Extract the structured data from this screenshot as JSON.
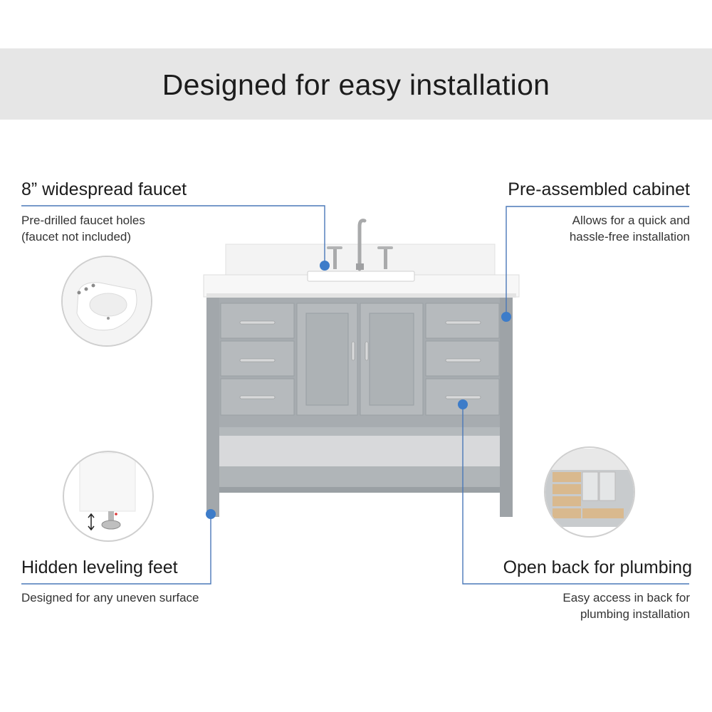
{
  "header": {
    "title": "Designed for easy installation"
  },
  "features": {
    "faucet": {
      "title": "8” widespread faucet",
      "desc1": "Pre-drilled faucet holes",
      "desc2": "(faucet not included)"
    },
    "cabinet": {
      "title": "Pre-assembled cabinet",
      "desc1": "Allows for  a quick and",
      "desc2": "hassle-free installation"
    },
    "feet": {
      "title": "Hidden leveling feet",
      "desc1": "Designed for any uneven surface"
    },
    "plumbing": {
      "title": "Open back for plumbing",
      "desc1": "Easy access in back for",
      "desc2": "plumbing installation"
    }
  },
  "colors": {
    "accent": "#3d7cc9",
    "banner": "#e6e6e6",
    "cabinet": "#a7acb0",
    "countertop": "#f4f4f4"
  }
}
